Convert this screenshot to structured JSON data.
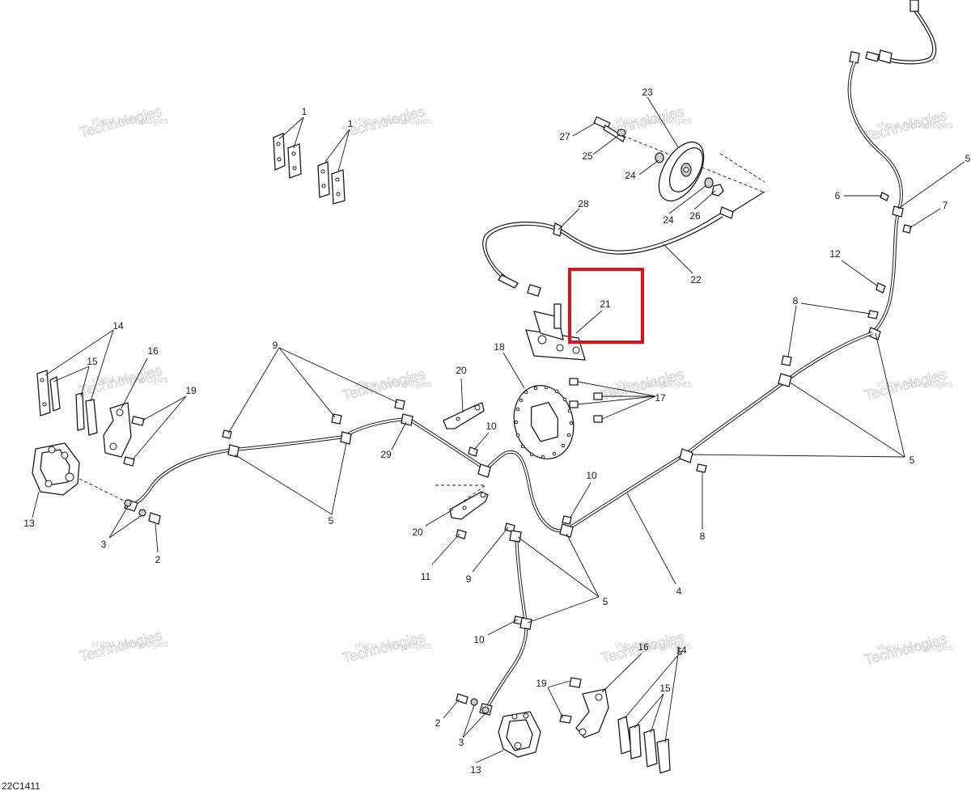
{
  "figure_code": "22C1411",
  "watermark": {
    "line1": "vNext Technologies",
    "line2": "Technologies"
  },
  "highlight_color": "#e0121a",
  "callouts": [
    "1",
    "1",
    "2",
    "2",
    "3",
    "3",
    "4",
    "5",
    "5",
    "5",
    "5",
    "5",
    "6",
    "7",
    "8",
    "8",
    "9",
    "9",
    "10",
    "10",
    "10",
    "11",
    "12",
    "13",
    "13",
    "14",
    "14",
    "15",
    "15",
    "16",
    "16",
    "17",
    "18",
    "19",
    "19",
    "20",
    "20",
    "21",
    "22",
    "23",
    "24",
    "24",
    "25",
    "26",
    "27",
    "28",
    "29"
  ]
}
